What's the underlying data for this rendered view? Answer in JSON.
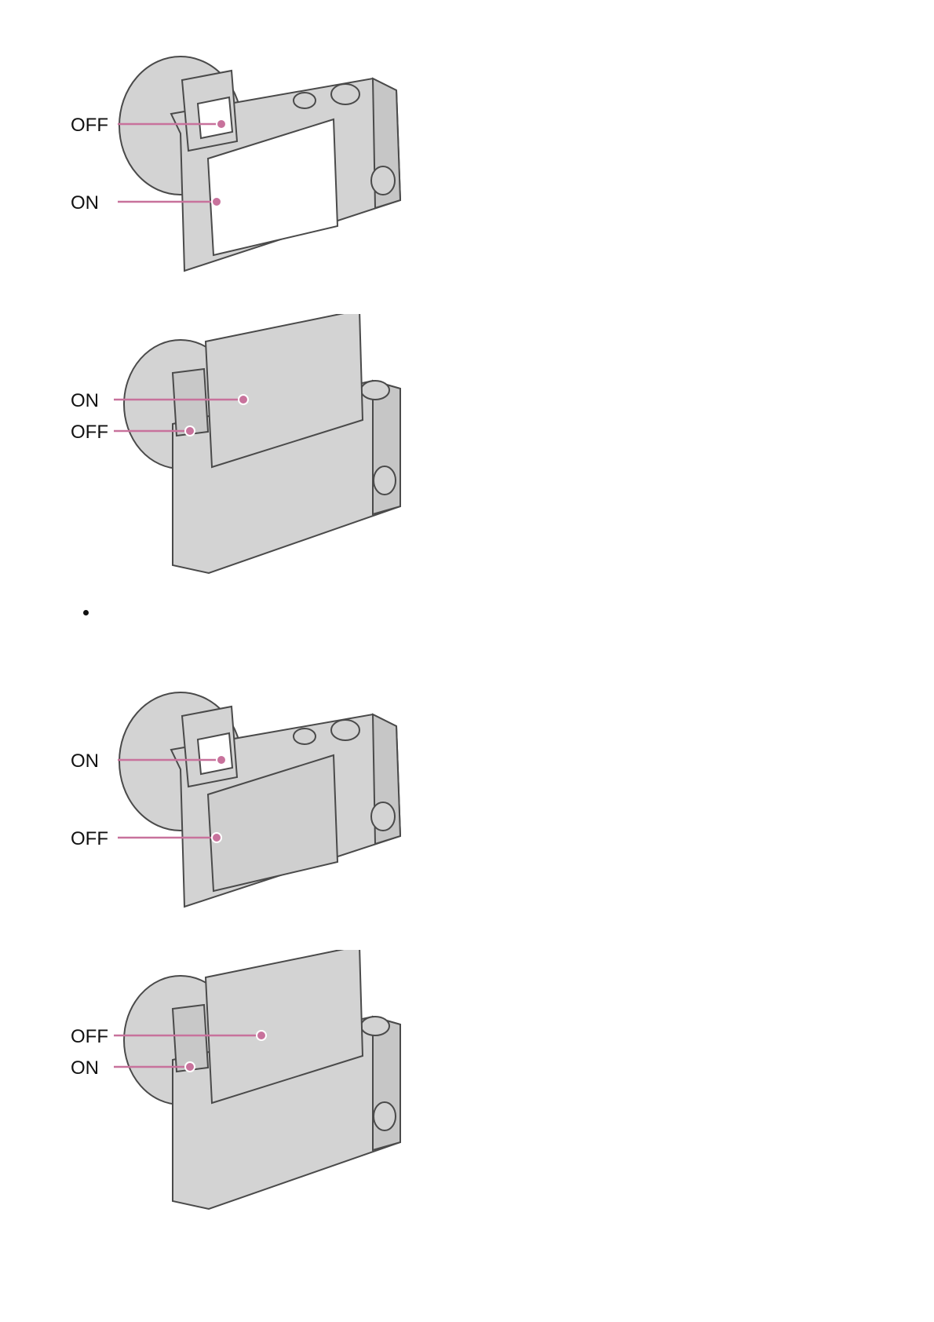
{
  "colors": {
    "callout": "#c8729c",
    "body_fill": "#d3d3d3",
    "body_stroke": "#4a4a4a",
    "screen_fill": "#ffffff",
    "screen_fill_off": "#cfcfcf"
  },
  "figures": [
    {
      "top_label": "OFF",
      "bottom_label": "ON"
    },
    {
      "top_label": "ON",
      "bottom_label": "OFF"
    },
    {
      "top_label": "ON",
      "bottom_label": "OFF"
    },
    {
      "top_label": "OFF",
      "bottom_label": "ON"
    }
  ]
}
